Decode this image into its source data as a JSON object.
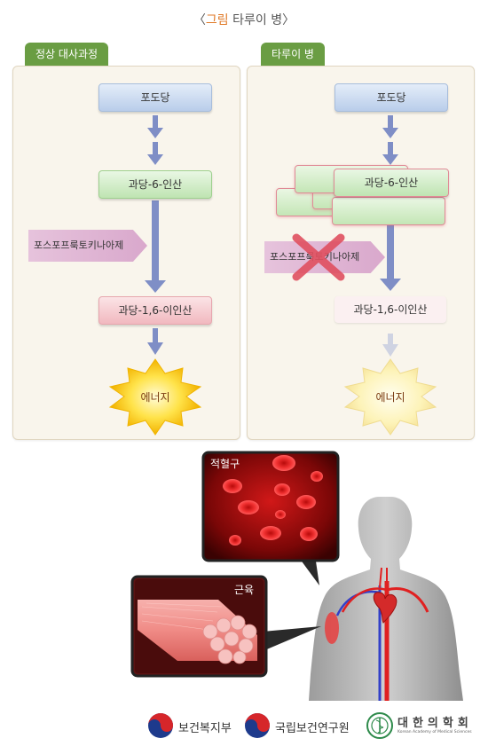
{
  "title": {
    "open": "〈",
    "accent": "그림",
    "rest": " 타루이 병〉"
  },
  "normal": {
    "tab": "정상 대사과정",
    "glucose": "포도당",
    "f6p": "과당-6-인산",
    "enzyme": "포스포프룩토키나아제",
    "f16bp": "과당-1,6-이인산",
    "energy": "에너지"
  },
  "disease": {
    "tab": "타루이 병",
    "glucose": "포도당",
    "f6p": "과당-6-인산",
    "enzyme": "포스포프룩토키나아제",
    "f16bp": "과당-1,6-이인산",
    "energy": "에너지"
  },
  "illustration": {
    "rbc_label": "적혈구",
    "muscle_label": "근육"
  },
  "footer": {
    "org1": "보건복지부",
    "org2": "국립보건연구원",
    "org3": "대한의학회",
    "org3_en": "Korean Academy of Medical Sciences"
  },
  "colors": {
    "tab": "#6a9d43",
    "arrow": "#7f8ec6",
    "energy": "#f5c400",
    "cross": "#e05060"
  }
}
